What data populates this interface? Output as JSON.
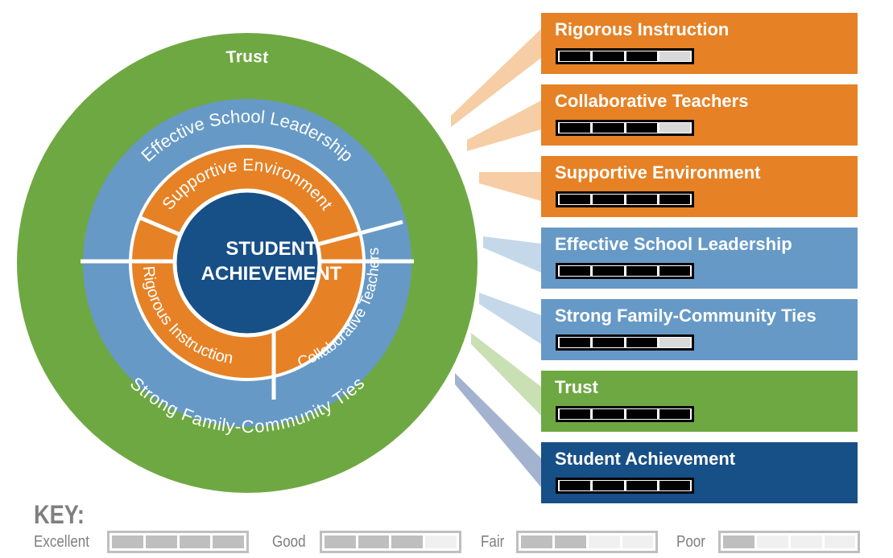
{
  "colors": {
    "orange": "#e68125",
    "blue": "#6699c6",
    "green": "#6ea842",
    "navy": "#174f87"
  },
  "wheel": {
    "outer": "Trust",
    "blue_top": "Effective School Leadership",
    "blue_bottom": "Strong Family-Community Ties",
    "orange_top": "Supportive Environment",
    "orange_left": "Rigorous Instruction",
    "orange_right": "Collaborative Teachers",
    "center_line1": "STUDENT",
    "center_line2": "ACHIEVEMENT"
  },
  "ratings": [
    {
      "label": "Rigorous Instruction",
      "score": 3,
      "color": "#e68125"
    },
    {
      "label": "Collaborative Teachers",
      "score": 3,
      "color": "#e68125"
    },
    {
      "label": "Supportive Environment",
      "score": 4,
      "color": "#e68125"
    },
    {
      "label": "Effective School Leadership",
      "score": 4,
      "color": "#6699c6"
    },
    {
      "label": "Strong Family-Community Ties",
      "score": 3,
      "color": "#6699c6"
    },
    {
      "label": "Trust",
      "score": 4,
      "color": "#6ea842"
    },
    {
      "label": "Student Achievement",
      "score": 4,
      "color": "#174f87"
    }
  ],
  "key": {
    "title": "KEY:",
    "items": [
      {
        "label": "Excellent",
        "score": 4
      },
      {
        "label": "Good",
        "score": 3
      },
      {
        "label": "Fair",
        "score": 2
      },
      {
        "label": "Poor",
        "score": 1
      }
    ]
  }
}
